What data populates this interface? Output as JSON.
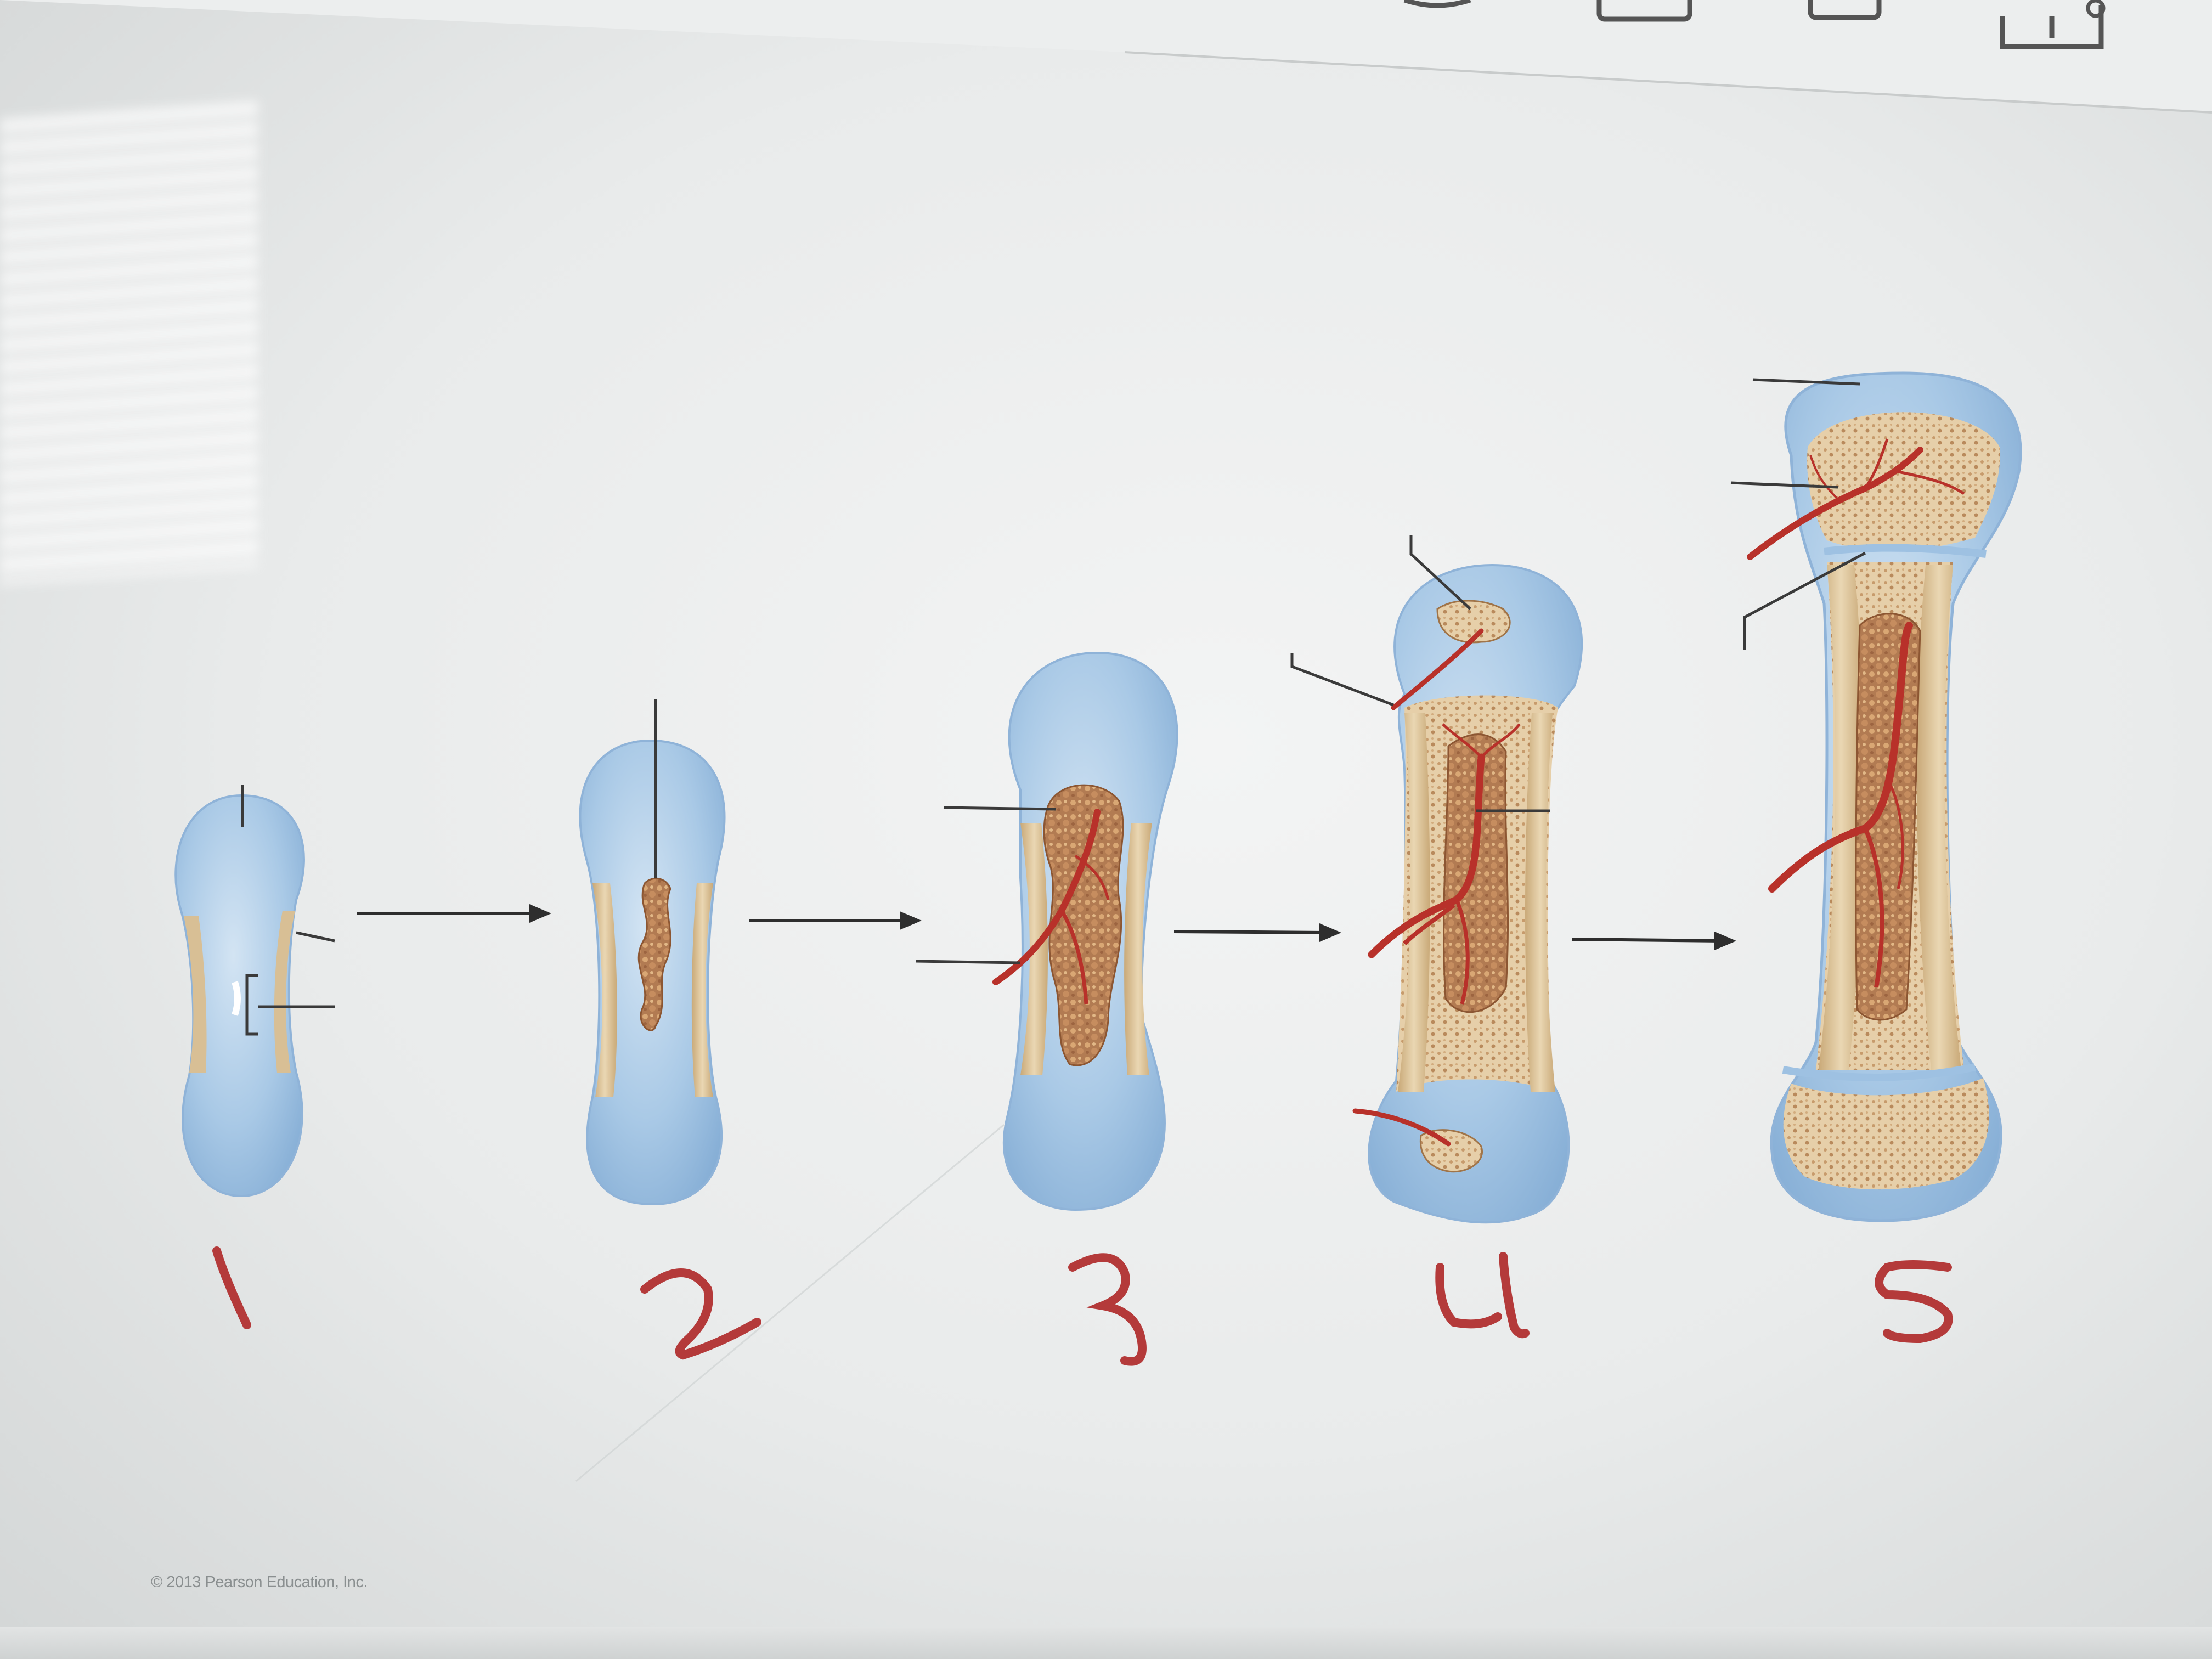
{
  "copyright": "© 2013 Pearson Education, Inc.",
  "stage_numbers": [
    "1",
    "2",
    "3",
    "4",
    "5"
  ],
  "colors": {
    "cartilage": "#a9c9e6",
    "cartilage_edge": "#7fa9d3",
    "bone_collar": "#dcc39a",
    "spongy_bone": "#b07a55",
    "blood_vessel": "#b8312a",
    "handwriting": "#b43a3a",
    "leader_line": "#3a3a3a"
  },
  "icons": [
    "toolbar-icon-1",
    "toolbar-icon-2",
    "toolbar-icon-3"
  ]
}
